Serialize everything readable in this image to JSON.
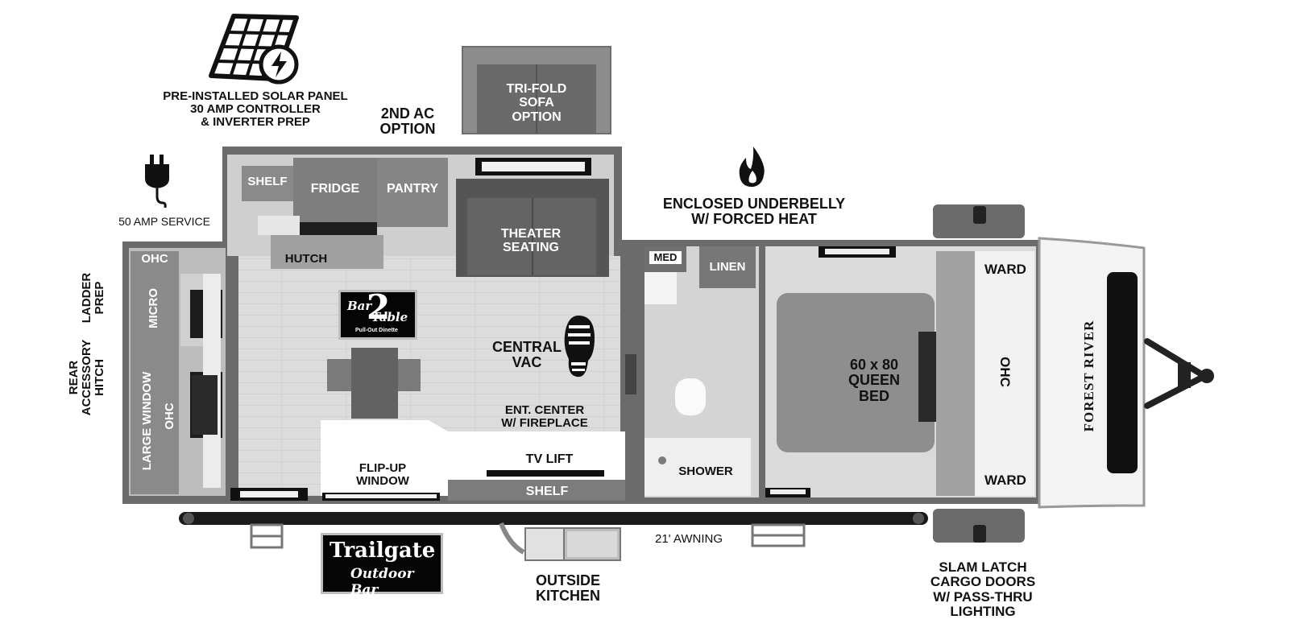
{
  "labels": {
    "solar": "PRE-INSTALLED SOLAR PANEL\n30 AMP CONTROLLER\n& INVERTER PREP",
    "ac": "2ND AC\nOPTION",
    "sofa": "TRI-FOLD\nSOFA\nOPTION",
    "underbelly": "ENCLOSED UNDERBELLY\nW/ FORCED HEAT",
    "amp_service": "50 AMP SERVICE",
    "shelf_top": "SHELF",
    "fridge": "FRIDGE",
    "pantry": "PANTRY",
    "theater": "THEATER\nSEATING",
    "hutch": "HUTCH",
    "ohc_rear_top": "OHC",
    "micro": "MICRO",
    "large_window": "LARGE WINDOW",
    "ohc_rear": "OHC",
    "ladder": "LADDER\nPREP",
    "rear_hitch": "REAR\nACCESSORY\nHITCH",
    "central_vac": "CENTRAL\nVAC",
    "ent_center": "ENT. CENTER\nW/ FIREPLACE",
    "tv_lift": "TV LIFT",
    "flip_up": "FLIP-UP\nWINDOW",
    "shelf_bottom": "SHELF",
    "med": "MED",
    "linen": "LINEN",
    "shower": "SHOWER",
    "bed": "60 x 80\nQUEEN\nBED",
    "ward_top": "WARD",
    "ward_bottom": "WARD",
    "ohc_front": "OHC",
    "forest_river": "FOREST RIVER",
    "awning": "21' AWNING",
    "outside_kitchen": "OUTSIDE\nKITCHEN",
    "cargo": "SLAM LATCH\nCARGO DOORS\nW/ PASS-THRU\nLIGHTING"
  },
  "badges": {
    "bar_table_num": "2",
    "bar_table_word_1": "Bar",
    "bar_table_word_2": "Table",
    "bar_table_sub": "Pull-Out Dinette",
    "trailgate_1": "Trailgate",
    "trailgate_2": "Outdoor Bar"
  },
  "icons": [
    "solar-panel-icon",
    "power-plug-icon",
    "flame-icon",
    "footprint-icon"
  ]
}
